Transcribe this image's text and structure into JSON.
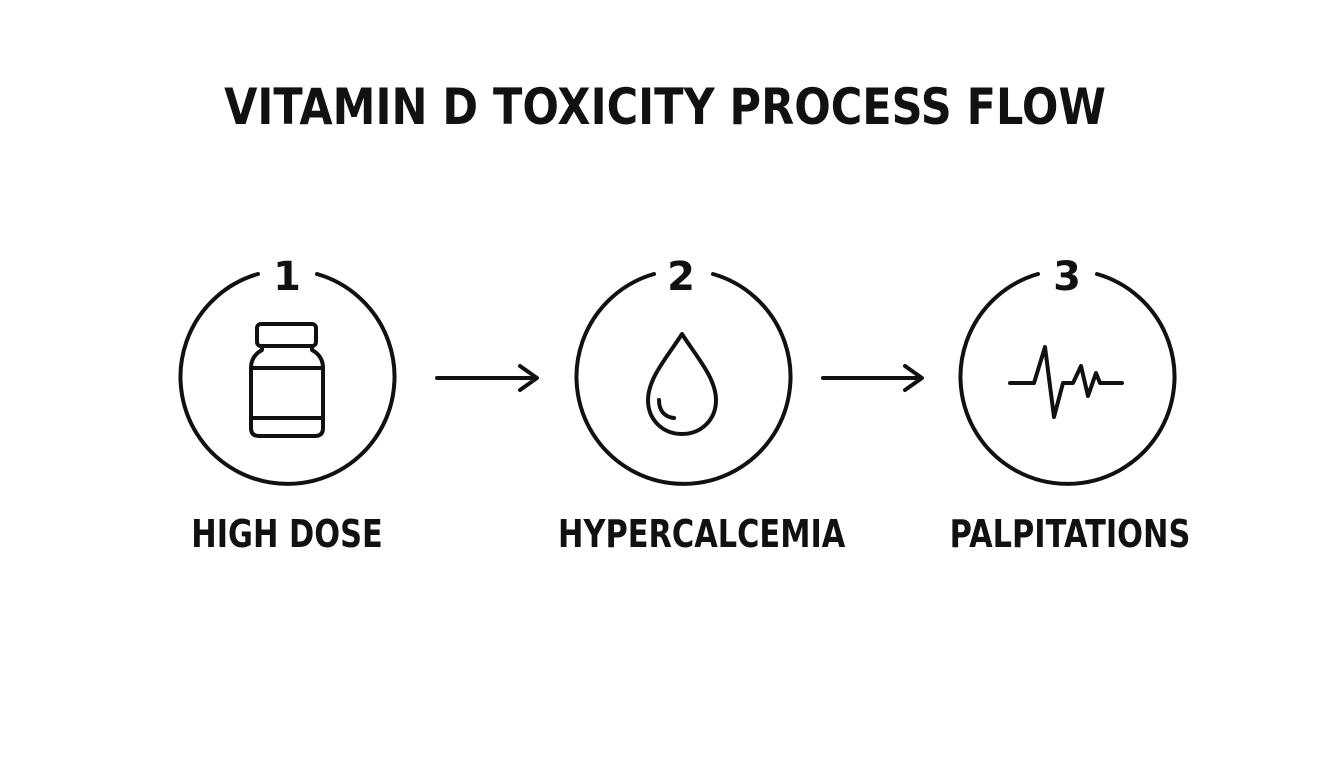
{
  "title": "VITAMIN D TOXICITY PROCESS FLOW",
  "steps": [
    {
      "number": "1",
      "label": "HIGH DOSE",
      "icon": "pill-bottle-icon"
    },
    {
      "number": "2",
      "label": "HYPERCALCEMIA",
      "icon": "droplet-icon"
    },
    {
      "number": "3",
      "label": "PALPITATIONS",
      "icon": "heartbeat-icon"
    }
  ],
  "colors": {
    "stroke": "#111111",
    "background": "#ffffff"
  }
}
